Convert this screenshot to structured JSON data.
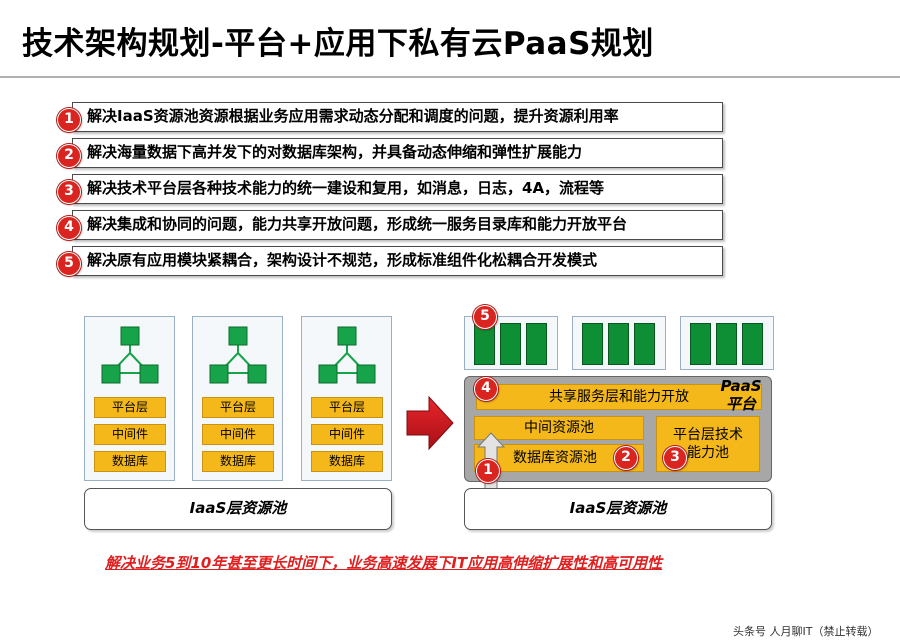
{
  "title": "技术架构规划-平台+应用下私有云PaaS规划",
  "items": [
    {
      "num": "1",
      "text": "解决IaaS资源池资源根据业务应用需求动态分配和调度的问题，提升资源利用率"
    },
    {
      "num": "2",
      "text": "解决海量数据下高并发下的对数据库架构，并具备动态伸缩和弹性扩展能力"
    },
    {
      "num": "3",
      "text": "解决技术平台层各种技术能力的统一建设和复用，如消息，日志，4A，流程等"
    },
    {
      "num": "4",
      "text": "解决集成和协同的问题，能力共享开放问题，形成统一服务目录库和能力开放平台"
    },
    {
      "num": "5",
      "text": "解决原有应用模块紧耦合，架构设计不规范，形成标准组件化松耦合开发模式"
    }
  ],
  "left_stack": {
    "layers": [
      "平台层",
      "中间件",
      "数据库"
    ]
  },
  "left_iaas": "IaaS层资源池",
  "right": {
    "badge_5": "5",
    "badge_4": "4",
    "shared_service": "共享服务层和能力开放",
    "paas_label": [
      "PaaS",
      "平台"
    ],
    "middleware_pool": "中间资源池",
    "db_pool": "数据库资源池",
    "badge_2": "2",
    "platform_tech": [
      "平台层技术",
      "能力池"
    ],
    "badge_3": "3",
    "badge_1": "1",
    "iaas": "IaaS层资源池"
  },
  "bottom_note": "解决业务5到10年甚至更长时间下，业务高速发展下IT应用高伸缩扩展性和高可用性",
  "watermark": "头条号 人月聊IT（禁止转载）",
  "colors": {
    "badge": "#d92420",
    "layer": "#f5b81a",
    "app_bar": "#0e8e35",
    "node": "#16a34a",
    "arrow": "#c8161d",
    "note": "#e02020"
  }
}
